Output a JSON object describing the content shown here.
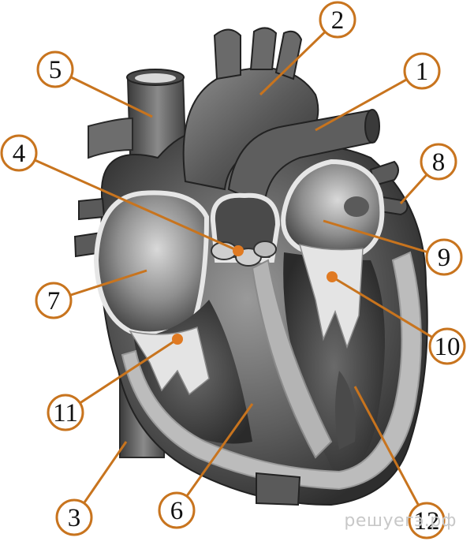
{
  "diagram": {
    "labels": [
      "1",
      "2",
      "3",
      "4",
      "5",
      "6",
      "7",
      "8",
      "9",
      "10",
      "11",
      "12"
    ],
    "leader_color": "#c8741e",
    "marker_color": "#e07a22"
  },
  "watermark": "решуегэ.рф"
}
